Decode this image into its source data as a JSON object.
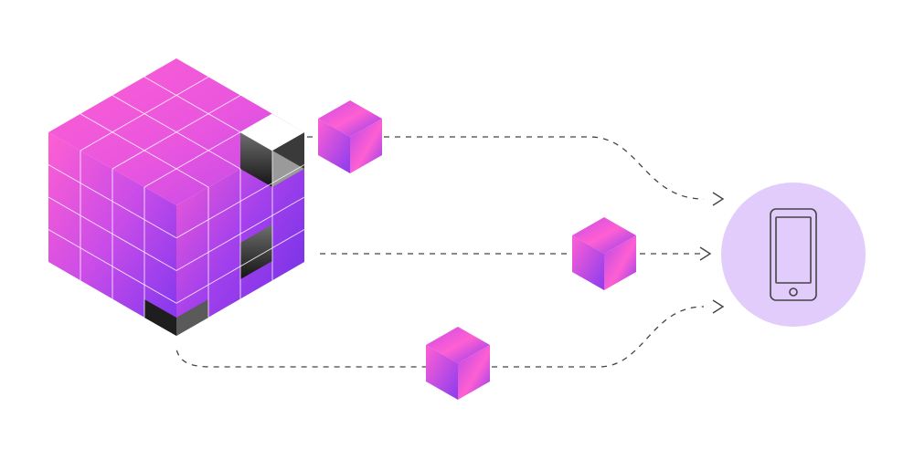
{
  "diagram": {
    "background": "#ffffff",
    "colors": {
      "pink": "#ff5fd2",
      "magenta": "#d24ee6",
      "violet": "#8a3cf0",
      "deep_violet": "#6a2ee6",
      "grid_line": "#ffffff",
      "hole_dark": "#1e1e1e",
      "hole_mid": "#6f6f6f",
      "arrow_line": "#444444",
      "device_circle": "#e1ccfb",
      "device_stroke": "#444444"
    },
    "icons": {
      "source": "large-segmented-cube-icon",
      "fragment": "small-cube-icon",
      "target": "smartphone-icon"
    },
    "flows": [
      {
        "name": "top-flow",
        "shape": "curve-down"
      },
      {
        "name": "middle-flow",
        "shape": "straight"
      },
      {
        "name": "bottom-flow",
        "shape": "curve-up"
      }
    ]
  }
}
